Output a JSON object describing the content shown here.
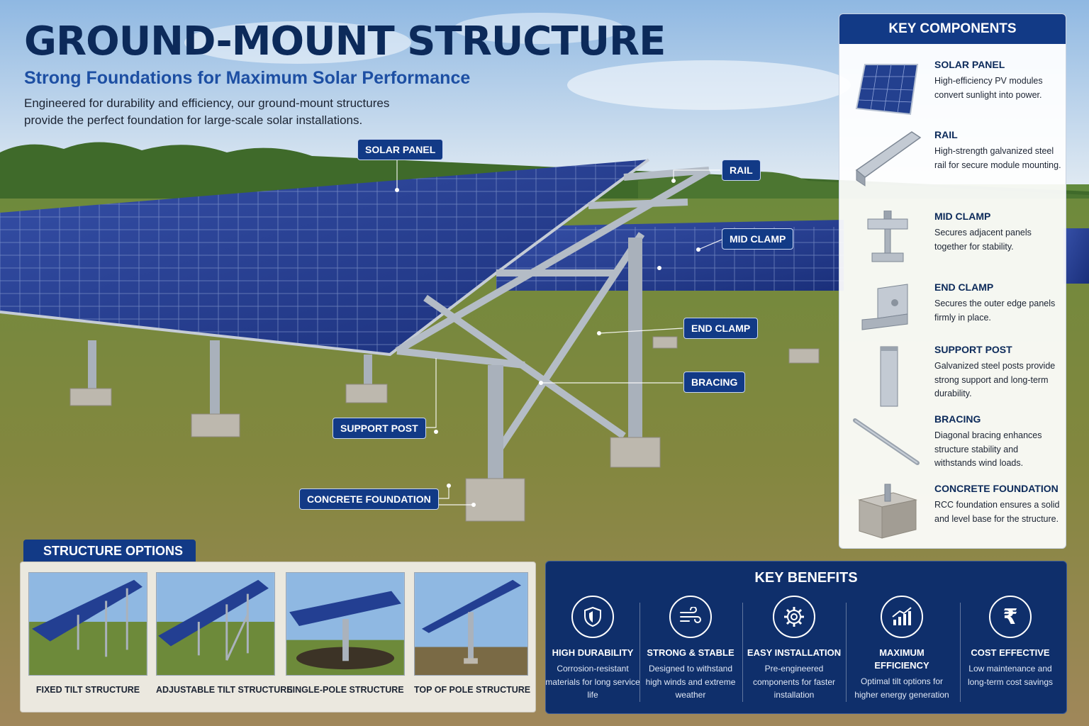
{
  "header": {
    "title": "GROUND-MOUNT STRUCTURE",
    "subtitle": "Strong Foundations for Maximum Solar Performance",
    "intro": "Engineered for durability and efficiency, our ground-mount structures provide the perfect foundation for large-scale solar installations."
  },
  "callouts": {
    "solar_panel": "SOLAR PANEL",
    "rail": "RAIL",
    "mid_clamp": "MID CLAMP",
    "end_clamp": "END CLAMP",
    "bracing": "BRACING",
    "support_post": "SUPPORT POST",
    "concrete_foundation": "CONCRETE FOUNDATION"
  },
  "key_components": {
    "title": "KEY COMPONENTS",
    "items": [
      {
        "name": "SOLAR PANEL",
        "desc": "High-efficiency PV modules convert sunlight into power.",
        "icon": "solar-panel-icon"
      },
      {
        "name": "RAIL",
        "desc": "High-strength galvanized steel rail for secure module mounting.",
        "icon": "rail-icon"
      },
      {
        "name": "MID CLAMP",
        "desc": "Secures adjacent panels together for stability.",
        "icon": "mid-clamp-icon"
      },
      {
        "name": "END CLAMP",
        "desc": "Secures the outer edge panels firmly in place.",
        "icon": "end-clamp-icon"
      },
      {
        "name": "SUPPORT POST",
        "desc": "Galvanized steel posts provide strong support and long-term durability.",
        "icon": "support-post-icon"
      },
      {
        "name": "BRACING",
        "desc": "Diagonal bracing enhances structure stability and withstands wind loads.",
        "icon": "bracing-icon"
      },
      {
        "name": "CONCRETE FOUNDATION",
        "desc": "RCC foundation ensures a solid and level base for the structure.",
        "icon": "concrete-foundation-icon"
      }
    ]
  },
  "structure_options": {
    "title": "STRUCTURE OPTIONS",
    "items": [
      {
        "label": "FIXED TILT STRUCTURE"
      },
      {
        "label": "ADJUSTABLE TILT STRUCTURE"
      },
      {
        "label": "SINGLE-POLE STRUCTURE"
      },
      {
        "label": "TOP OF POLE STRUCTURE"
      }
    ]
  },
  "key_benefits": {
    "title": "KEY BENEFITS",
    "items": [
      {
        "title": "HIGH DURABILITY",
        "desc": "Corrosion-resistant materials for long service life",
        "icon": "shield-icon"
      },
      {
        "title": "STRONG & STABLE",
        "desc": "Designed to withstand high winds and extreme weather",
        "icon": "wind-icon"
      },
      {
        "title": "EASY INSTALLATION",
        "desc": "Pre-engineered components for faster installation",
        "icon": "gear-icon"
      },
      {
        "title": "MAXIMUM EFFICIENCY",
        "desc": "Optimal tilt options for higher energy generation",
        "icon": "growth-chart-icon"
      },
      {
        "title": "COST EFFECTIVE",
        "desc": "Low maintenance and long-term cost savings",
        "icon": "rupee-icon"
      }
    ]
  },
  "colors": {
    "navy": "#123a86",
    "title": "#0c2a5a",
    "accent_blue": "#1d4fa3",
    "panel_blue": "#1e3d8f"
  }
}
